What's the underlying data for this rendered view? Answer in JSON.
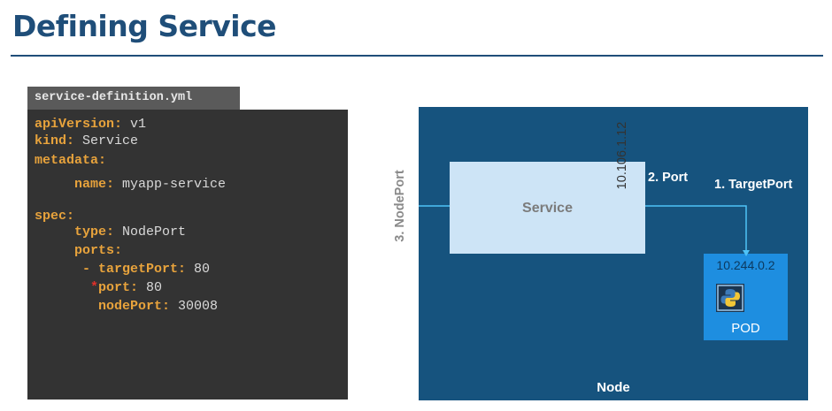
{
  "slide": {
    "title": "Defining Service"
  },
  "code_panel": {
    "filename": "service-definition.yml",
    "lines": [
      {
        "key": "apiVersion:",
        "value": " v1"
      },
      {
        "key": "kind:",
        "value": " Service"
      },
      {
        "key": "metadata:",
        "value": ""
      },
      {
        "key": "name:",
        "value": " myapp-service"
      },
      {
        "key": "spec:",
        "value": ""
      },
      {
        "key": "type:",
        "value": " NodePort"
      },
      {
        "key": "ports:",
        "value": ""
      },
      {
        "key": "- targetPort:",
        "value": " 80"
      },
      {
        "marker": "*",
        "key": "port:",
        "value": " 80"
      },
      {
        "key": "nodePort:",
        "value": " 30008"
      }
    ]
  },
  "diagram": {
    "node_label": "Node",
    "service_label": "Service",
    "service_ip": "10.106.1.12",
    "port_label": "2. Port",
    "targetport_label": "1. TargetPort",
    "nodeport_label": "3. NodePort",
    "pod_ip": "10.244.0.2",
    "pod_label": "POD",
    "colors": {
      "node": "#16537e",
      "service": "#cde4f6",
      "pod": "#1e8ee0",
      "connector": "#4fc3f7"
    }
  }
}
